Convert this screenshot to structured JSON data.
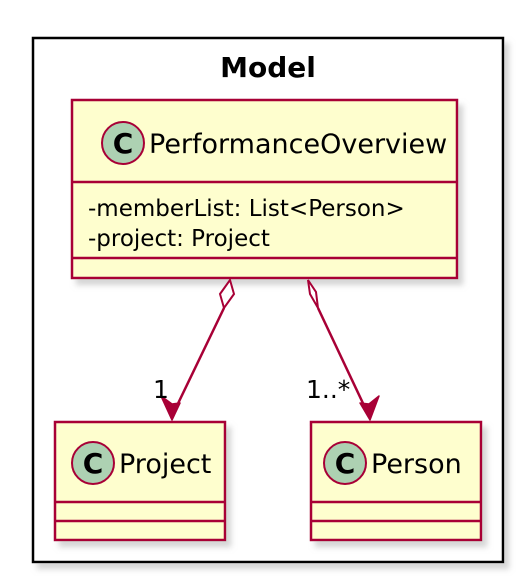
{
  "package": {
    "name": "Model"
  },
  "classes": {
    "performance_overview": {
      "stereotype": "C",
      "name": "PerformanceOverview",
      "attributes": [
        "-memberList: List<Person>",
        "-project: Project"
      ]
    },
    "project": {
      "stereotype": "C",
      "name": "Project"
    },
    "person": {
      "stereotype": "C",
      "name": "Person"
    }
  },
  "relations": [
    {
      "type": "aggregation",
      "from": "PerformanceOverview",
      "to": "Project",
      "multiplicity": "1"
    },
    {
      "type": "aggregation",
      "from": "PerformanceOverview",
      "to": "Person",
      "multiplicity": "1..*"
    }
  ],
  "colors": {
    "class_fill": "#FEFECE",
    "class_border": "#A80036",
    "stereo_circle": "#ADD1B2",
    "package_border": "#000000",
    "shadow": "#C6C6C6"
  }
}
